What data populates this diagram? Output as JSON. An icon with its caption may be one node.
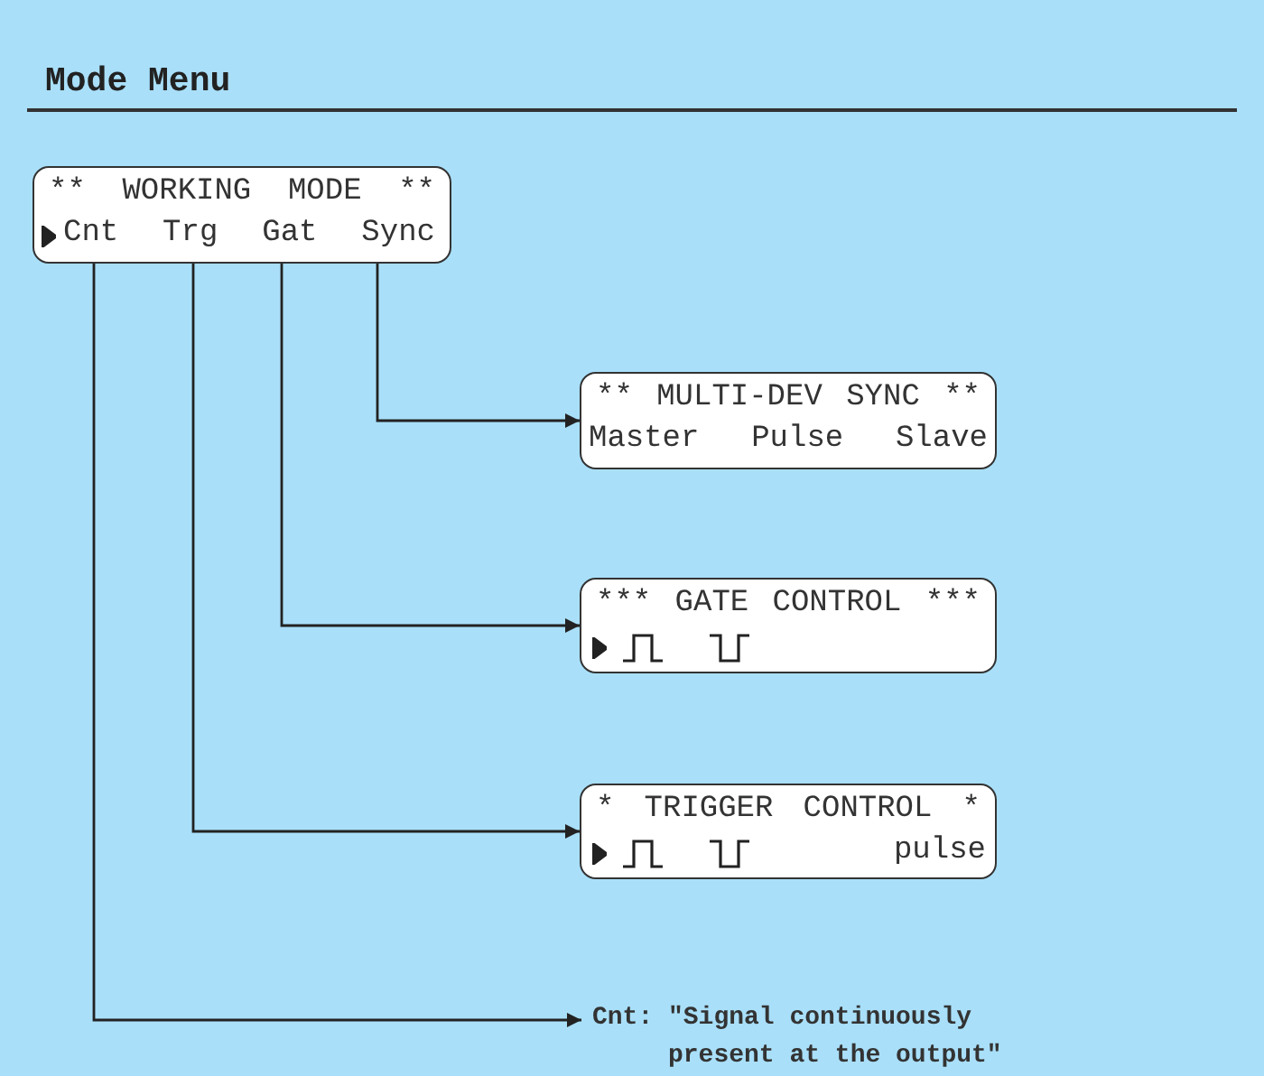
{
  "diagram": {
    "title": "Mode Menu",
    "nodes": [
      {
        "text": [
          "** WORKING MODE **",
          "Cnt Trg Gat Sync"
        ]
      },
      {
        "text": [
          "** MULTI-DEV SYNC **",
          "Master Pulse Slave"
        ]
      },
      {
        "text": [
          "*** GATE CONTROL ***"
        ]
      },
      {
        "text": [
          "* TRIGGER CONTROL *",
          "pulse"
        ]
      },
      {
        "text": [
          "Cnt: \"Signal continuously present at the output\""
        ]
      }
    ],
    "edges": [
      {
        "from": 0,
        "to": 1,
        "arrow": "to"
      },
      {
        "from": 0,
        "to": 2,
        "arrow": "to"
      },
      {
        "from": 0,
        "to": 3,
        "arrow": "to"
      },
      {
        "from": 0,
        "to": 4,
        "arrow": "to"
      }
    ]
  }
}
